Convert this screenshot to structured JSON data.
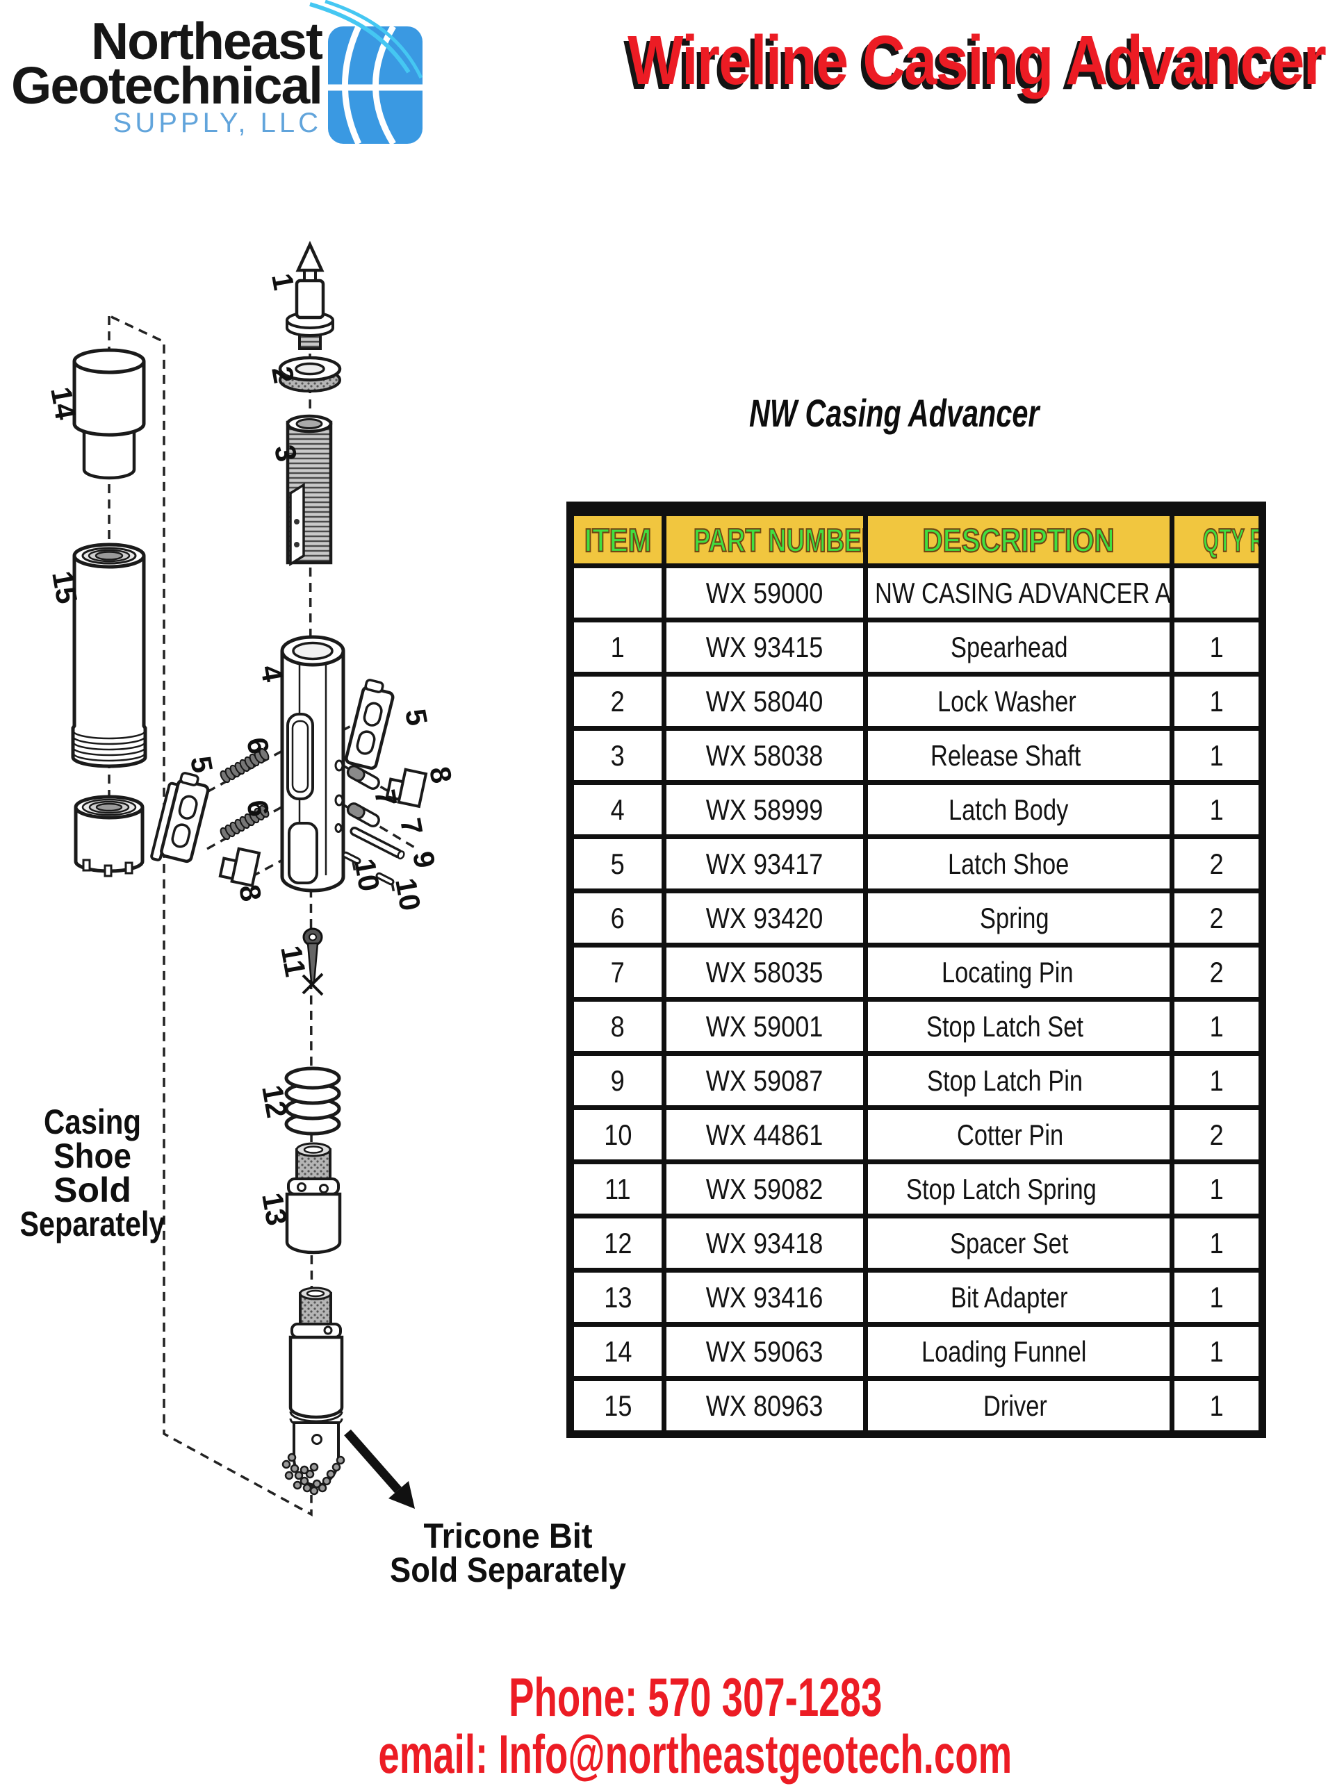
{
  "logo": {
    "line1": "Northeast",
    "line2": "Geotechnical",
    "line3": "SUPPLY, LLC"
  },
  "header": {
    "title": "Wireline Casing Advancer"
  },
  "diagram": {
    "labels": {
      "n1": "1",
      "n2": "2",
      "n3": "3",
      "n4": "4",
      "n5": "5",
      "n6": "6",
      "n7": "7",
      "n8": "8",
      "n9": "9",
      "n10": "10",
      "n11": "11",
      "n12": "12",
      "n13": "13",
      "n14": "14",
      "n15": "15"
    },
    "casing_note": [
      "Casing",
      "Shoe",
      "Sold",
      "Separately"
    ],
    "tricone_note": [
      "Tricone Bit",
      "Sold Separately"
    ]
  },
  "table": {
    "title": "NW Casing Advancer",
    "headers": [
      "ITEM",
      "PART NUMBER",
      "DESCRIPTION",
      "QTY REQ"
    ],
    "rows": [
      {
        "item": "",
        "part": "WX 59000",
        "desc": "NW CASING ADVANCER ASSY",
        "qty": ""
      },
      {
        "item": "1",
        "part": "WX 93415",
        "desc": "Spearhead",
        "qty": "1"
      },
      {
        "item": "2",
        "part": "WX 58040",
        "desc": "Lock Washer",
        "qty": "1"
      },
      {
        "item": "3",
        "part": "WX 58038",
        "desc": "Release Shaft",
        "qty": "1"
      },
      {
        "item": "4",
        "part": "WX 58999",
        "desc": "Latch Body",
        "qty": "1"
      },
      {
        "item": "5",
        "part": "WX 93417",
        "desc": "Latch Shoe",
        "qty": "2"
      },
      {
        "item": "6",
        "part": "WX 93420",
        "desc": "Spring",
        "qty": "2"
      },
      {
        "item": "7",
        "part": "WX 58035",
        "desc": "Locating Pin",
        "qty": "2"
      },
      {
        "item": "8",
        "part": "WX 59001",
        "desc": "Stop Latch Set",
        "qty": "1"
      },
      {
        "item": "9",
        "part": "WX 59087",
        "desc": "Stop Latch Pin",
        "qty": "1"
      },
      {
        "item": "10",
        "part": "WX 44861",
        "desc": "Cotter Pin",
        "qty": "2"
      },
      {
        "item": "11",
        "part": "WX 59082",
        "desc": "Stop Latch Spring",
        "qty": "1"
      },
      {
        "item": "12",
        "part": "WX 93418",
        "desc": "Spacer Set",
        "qty": "1"
      },
      {
        "item": "13",
        "part": "WX 93416",
        "desc": "Bit Adapter",
        "qty": "1"
      },
      {
        "item": "14",
        "part": "WX 59063",
        "desc": "Loading Funnel",
        "qty": "1"
      },
      {
        "item": "15",
        "part": "WX 80963",
        "desc": "Driver",
        "qty": "1"
      }
    ]
  },
  "footer": {
    "phone": "Phone: 570 307-1283",
    "email": "email: Info@northeastgeotech.com"
  },
  "colors": {
    "title_red": "#EC1C24",
    "header_yellow": "#F1C63F",
    "header_green": "#40E040",
    "logo_blue": "#3A99E2",
    "supply_blue": "#61A4DB",
    "swoosh_cyan": "#45C7F2"
  }
}
